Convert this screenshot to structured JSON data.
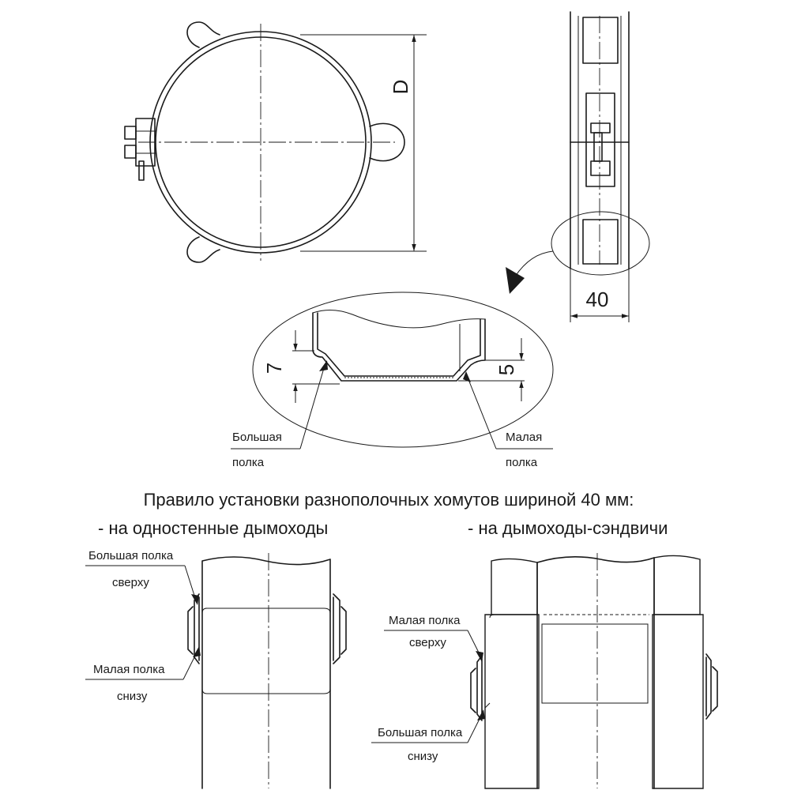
{
  "dimensions": {
    "diameter": "D",
    "width": "40",
    "large_flange_height": "7",
    "small_flange_height": "5"
  },
  "detail_labels": {
    "large_flange_line1": "Большая",
    "large_flange_line2": "полка",
    "small_flange_line1": "Малая",
    "small_flange_line2": "полка"
  },
  "rule_title": "Правило установки разнополочных хомутов шириной 40 мм:",
  "single_wall": {
    "subtitle": "- на одностенные дымоходы",
    "top_label_line1": "Большая полка",
    "top_label_line2": "сверху",
    "bottom_label_line1": "Малая полка",
    "bottom_label_line2": "снизу"
  },
  "sandwich": {
    "subtitle": "- на дымоходы-сэндвичи",
    "top_label_line1": "Малая полка",
    "top_label_line2": "сверху",
    "bottom_label_line1": "Большая полка",
    "bottom_label_line2": "снизу"
  }
}
